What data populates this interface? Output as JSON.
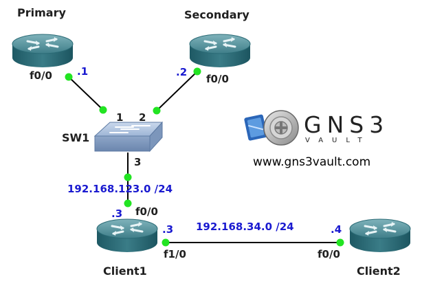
{
  "devices": {
    "primary": "Primary",
    "secondary": "Secondary",
    "switch": "SW1",
    "client1": "Client1",
    "client2": "Client2"
  },
  "interfaces": {
    "primary_if": "f0/0",
    "primary_ip": ".1",
    "secondary_if": "f0/0",
    "secondary_ip": ".2",
    "sw_port1": "1",
    "sw_port2": "2",
    "sw_port3": "3",
    "client1_f00": "f0/0",
    "client1_f00_ip": ".3",
    "client1_f10": "f1/0",
    "client1_f10_ip": ".3",
    "client2_f00": "f0/0",
    "client2_f00_ip": ".4"
  },
  "networks": {
    "lan1": "192.168.123.0 /24",
    "lan2": "192.168.34.0 /24"
  },
  "logo": {
    "brand": "GNS3",
    "sub": "VAULT",
    "url": "www.gns3vault.com"
  },
  "colors": {
    "router_top": "#4f8c96",
    "router_body": "#2d6d79",
    "link": "#000000",
    "port": "#22e422",
    "ip_text": "#1a1ad0"
  }
}
